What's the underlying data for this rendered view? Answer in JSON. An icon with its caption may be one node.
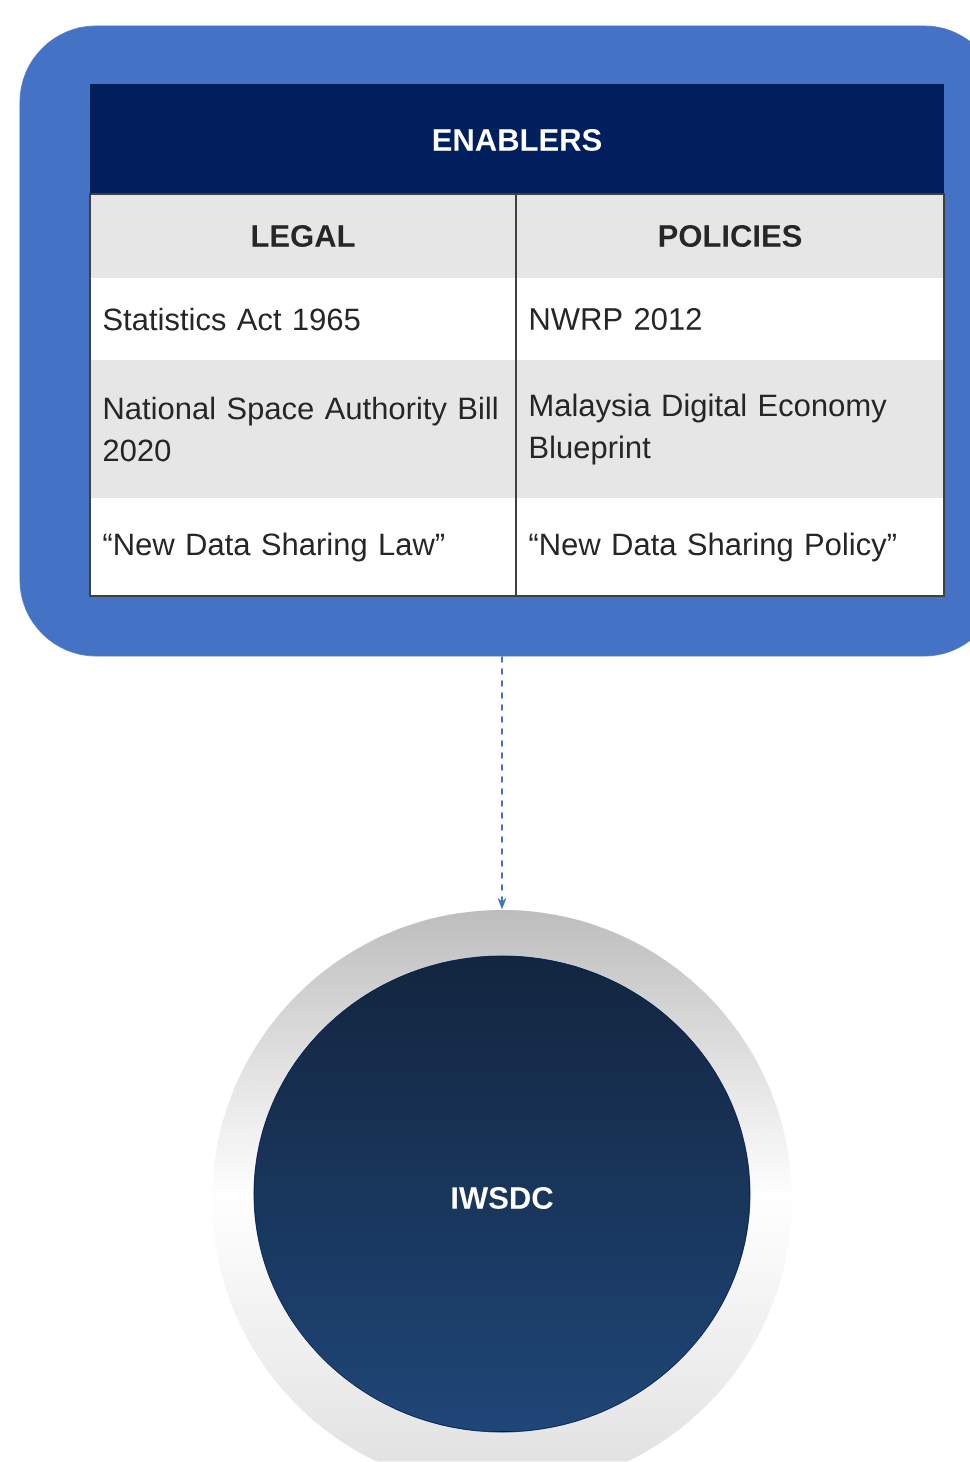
{
  "diagram": {
    "nodes": [
      {
        "text": [
          "ENABLERS"
        ]
      },
      {
        "text": [
          "IWSDC"
        ]
      }
    ],
    "edges": [
      {
        "from": 0,
        "to": 1,
        "arrow": "to",
        "style": "dashed"
      }
    ],
    "labels": [
      "LEGAL",
      "POLICIES",
      "Statistics Act 1965",
      "NWRP 2012",
      "National Space Authority Bill 2020",
      "Malaysia Digital Economy Blueprint",
      "“New Data Sharing Law”",
      "“New Data Sharing Policy”"
    ]
  }
}
